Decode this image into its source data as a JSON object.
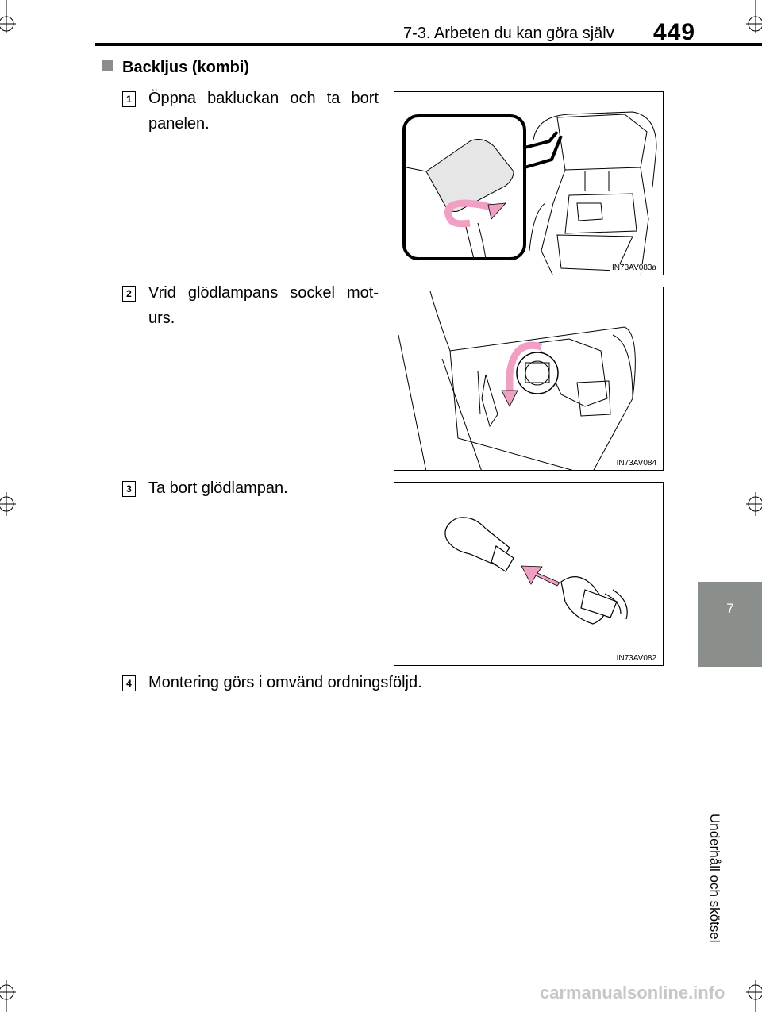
{
  "header": {
    "section": "7-3. Arbeten du kan göra själv",
    "page_number": "449"
  },
  "side_tab": {
    "chapter_number": "7",
    "chapter_title": "Underhåll och skötsel"
  },
  "section": {
    "title": "Backljus (kombi)"
  },
  "steps": [
    {
      "number": "1",
      "text": "Öppna bakluckan och ta bort panelen.",
      "figure_code": "IN73AV083a"
    },
    {
      "number": "2",
      "text": "Vrid glödlampans sockel mot-urs.",
      "figure_code": "IN73AV084"
    },
    {
      "number": "3",
      "text": "Ta bort glödlampan.",
      "figure_code": "IN73AV082"
    },
    {
      "number": "4",
      "text": "Montering görs i omvänd ordningsföljd."
    }
  ],
  "watermark": "carmanualsonline.info",
  "colors": {
    "tab_gray": "#8b8f8c",
    "arrow_pink": "#f29fc5"
  }
}
